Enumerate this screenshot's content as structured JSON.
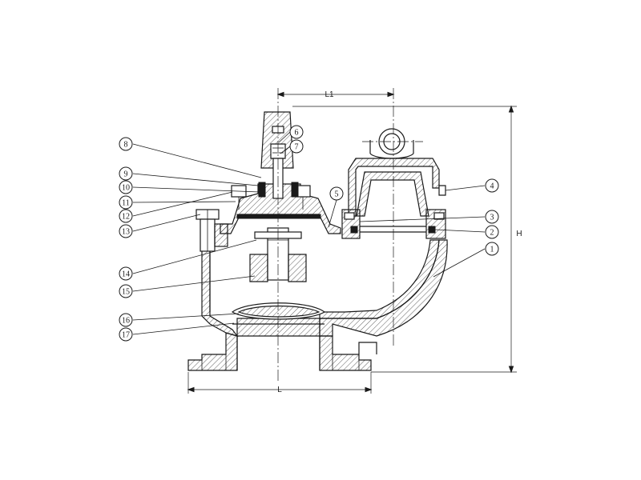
{
  "dimensions": {
    "L1": "L1",
    "L": "L",
    "H": "H"
  },
  "balloons": {
    "left": [
      "8",
      "9",
      "10",
      "11",
      "12",
      "13",
      "14",
      "15",
      "16",
      "17"
    ],
    "top": [
      "6",
      "7"
    ],
    "center": [
      "5"
    ],
    "right": [
      "4",
      "3",
      "2",
      "1"
    ]
  },
  "colors": {
    "line": "#1a1a1a",
    "background": "#ffffff"
  }
}
